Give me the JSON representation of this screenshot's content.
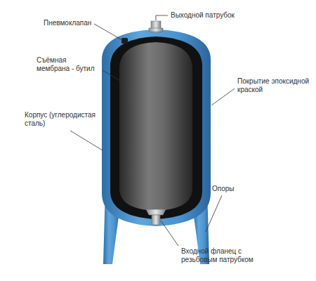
{
  "diagram": {
    "labels": [
      "Пневмоклапан",
      "Выходной патрубок",
      "Съёмная мембрана - бутил",
      "Покрытие эпоксидной краской",
      "Корпус (углеродистая сталь)",
      "Опоры",
      "Входной фланец с резьбовым патрубком"
    ]
  }
}
